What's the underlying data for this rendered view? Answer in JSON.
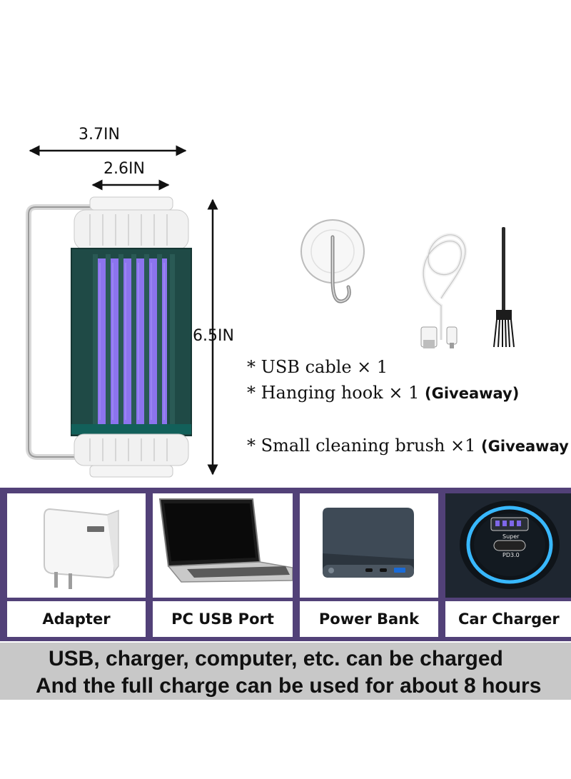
{
  "dimensions": {
    "outer_width": "3.7IN",
    "inner_width": "2.6IN",
    "height": "6.5IN"
  },
  "accessories": [
    {
      "text": "* USB cable × 1",
      "note": ""
    },
    {
      "text": "* Hanging hook × 1",
      "note": "(Giveaway)"
    },
    {
      "text": "* Small cleaning brush ×1",
      "note": "(Giveaway"
    }
  ],
  "chargers": [
    {
      "label": "Adapter",
      "icon": "wall-adapter-icon"
    },
    {
      "label": "PC USB Port",
      "icon": "laptop-icon"
    },
    {
      "label": "Power Bank",
      "icon": "power-bank-icon"
    },
    {
      "label": "Car Charger",
      "icon": "car-charger-icon"
    }
  ],
  "car_charger_marks": {
    "top": "Super",
    "bottom": "PD3.0"
  },
  "footer": {
    "line1": "USB, charger, computer, etc. can be charged",
    "line2": "And the full charge can be used for about 8 hours"
  },
  "colors": {
    "band": "#524178",
    "lamp_body": "#1f4a46",
    "uv_light": "#8c74ee",
    "footer_bg": "#c8c8c8"
  }
}
